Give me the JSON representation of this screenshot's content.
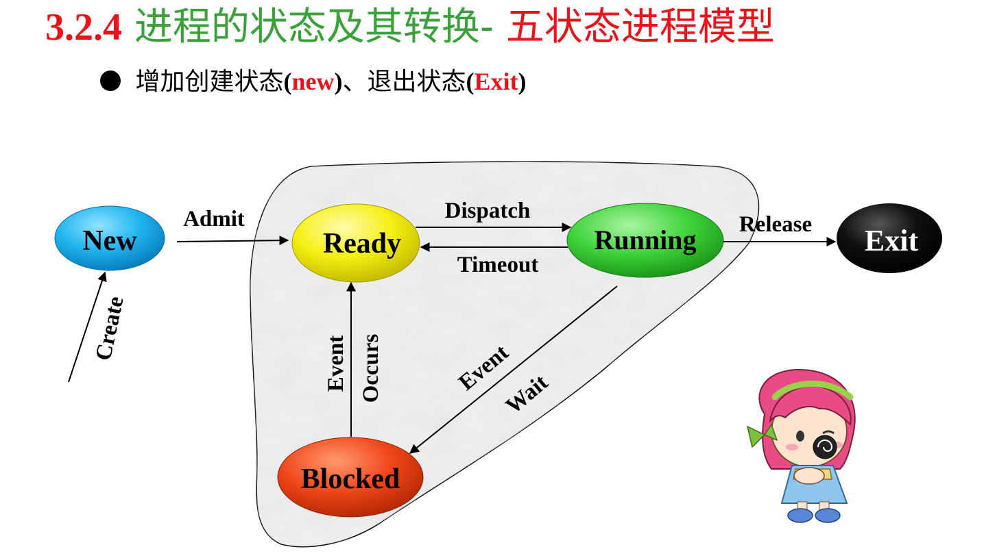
{
  "title": {
    "number": "3.2.4",
    "main": "进程的状态及其转换-",
    "sub": "五状态进程模型"
  },
  "bullet": {
    "prefix": "增加创建状态",
    "open1": "(",
    "new_word": "new",
    "close1": ")",
    "mid": "、退出状态",
    "open2": "(",
    "exit_word": "Exit",
    "close2": ")"
  },
  "states": {
    "new": "New",
    "ready": "Ready",
    "running": "Running",
    "blocked": "Blocked",
    "exit": "Exit"
  },
  "transitions": {
    "create": "Create",
    "admit": "Admit",
    "dispatch": "Dispatch",
    "timeout": "Timeout",
    "release": "Release",
    "event_occurs_1": "Event",
    "event_occurs_2": "Occurs",
    "event_wait_1": "Event",
    "event_wait_2": "Wait"
  },
  "colors": {
    "title_red": "#e8141b",
    "title_green": "#3aa13a",
    "new_state": "#1fb4ef",
    "ready_state": "#f5ef12",
    "running_state": "#3fd23a",
    "blocked_state": "#f0461a",
    "exit_state": "#000000"
  },
  "icons": {
    "mascot": "cartoon-girl-illustration"
  }
}
